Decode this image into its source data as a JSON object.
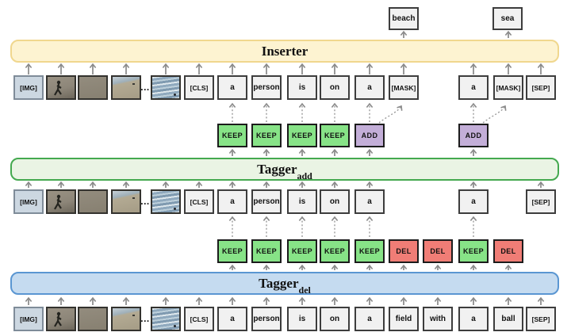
{
  "bars": {
    "inserter": {
      "label": "Inserter"
    },
    "tagger_add": {
      "label": "Tagger",
      "subscript": "add"
    },
    "tagger_del": {
      "label": "Tagger",
      "subscript": "del"
    }
  },
  "predictions": [
    {
      "label": "beach"
    },
    {
      "label": "sea"
    }
  ],
  "rows": {
    "inserter_input": [
      "[IMG]",
      "[CLS]",
      "a",
      "person",
      "is",
      "on",
      "a",
      "[MASK]",
      "a",
      "[MASK]",
      "[SEP]"
    ],
    "tagger_add_input": [
      "[IMG]",
      "[CLS]",
      "a",
      "person",
      "is",
      "on",
      "a",
      "a",
      "[SEP]"
    ],
    "tagger_del_input": [
      "[IMG]",
      "[CLS]",
      "a",
      "person",
      "is",
      "on",
      "a",
      "field",
      "with",
      "a",
      "ball",
      "[SEP]"
    ]
  },
  "tags_add": [
    "KEEP",
    "KEEP",
    "KEEP",
    "KEEP",
    "ADD",
    "ADD"
  ],
  "tags_del": [
    "KEEP",
    "KEEP",
    "KEEP",
    "KEEP",
    "KEEP",
    "DEL",
    "DEL",
    "KEEP",
    "DEL"
  ],
  "ellipsis": "...",
  "images": [
    "person-walking-on-sand-photo",
    "sand-photo",
    "beach-shoreline-photo",
    "sea-waves-photo"
  ],
  "colors": {
    "inserter_fill": "#fdf3d1",
    "inserter_border": "#f0d78e",
    "tagger_add_fill": "#eaf4e4",
    "tagger_add_border": "#44a94f",
    "tagger_del_fill": "#c5dbf0",
    "tagger_del_border": "#5a96d2",
    "keep_fill": "#87e387",
    "add_fill": "#c3aed8",
    "del_fill": "#f07d76",
    "token_fill": "#f1f1f1",
    "img_token_fill": "#ccd7e1",
    "arrow": "#8f8f8f"
  }
}
